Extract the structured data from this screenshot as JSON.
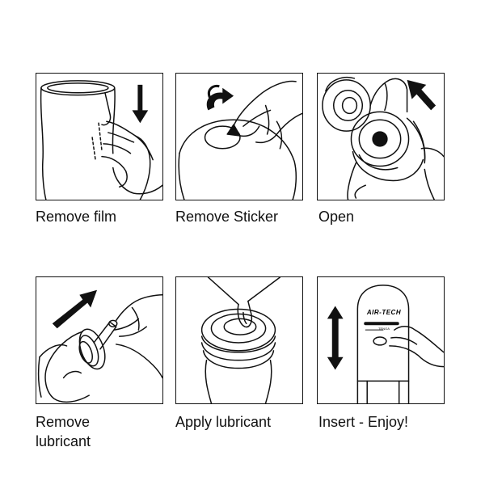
{
  "steps": [
    {
      "caption": "Remove film",
      "icon": "film-removal-icon",
      "arrow": "down-arrow-icon"
    },
    {
      "caption": "Remove Sticker",
      "icon": "sticker-peel-icon",
      "arrow": "curved-arrow-icon"
    },
    {
      "caption": "Open",
      "icon": "cap-open-icon",
      "arrow": "up-left-arrow-icon"
    },
    {
      "caption": "Remove\nlubricant",
      "icon": "lubricant-removal-icon",
      "arrow": "up-right-arrow-icon"
    },
    {
      "caption": "Apply lubricant",
      "icon": "lubricant-pour-icon",
      "arrow": ""
    },
    {
      "caption": "Insert - Enjoy!",
      "icon": "insert-icon",
      "arrow": "up-down-arrow-icon"
    }
  ],
  "brand": {
    "logo_text": "AIR-TECH",
    "logo_sub": "TENGA"
  },
  "colors": {
    "line": "#111111",
    "background": "#ffffff"
  }
}
